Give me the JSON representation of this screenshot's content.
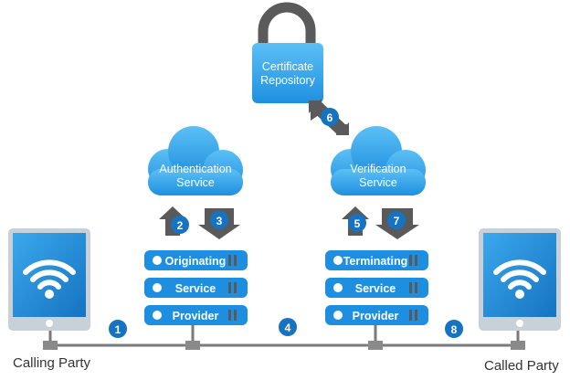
{
  "labels": {
    "calling_party": "Calling Party",
    "called_party": "Called Party",
    "certificate_line1": "Certificate",
    "certificate_line2": "Repository",
    "auth_line1": "Authentication",
    "auth_line2": "Service",
    "verif_line1": "Verification",
    "verif_line2": "Service"
  },
  "originating_stack": [
    "Originating",
    "Service",
    "Provider"
  ],
  "terminating_stack": [
    "Terminating",
    "Service",
    "Provider"
  ],
  "steps": [
    "1",
    "2",
    "3",
    "4",
    "5",
    "6",
    "7",
    "8"
  ],
  "icons": {
    "lock": "padlock-icon",
    "cloud": "cloud-icon",
    "device": "tablet-wifi-icon",
    "arrow": "arrow-icon"
  },
  "colors": {
    "primary": "#1e8fe0",
    "primary_dark": "#1673c2",
    "light_blue": "#4fb3f2",
    "gray": "#5a5a5a",
    "line": "#7a7a7a",
    "device_gray": "#c8d0d8",
    "text": "#333333"
  }
}
